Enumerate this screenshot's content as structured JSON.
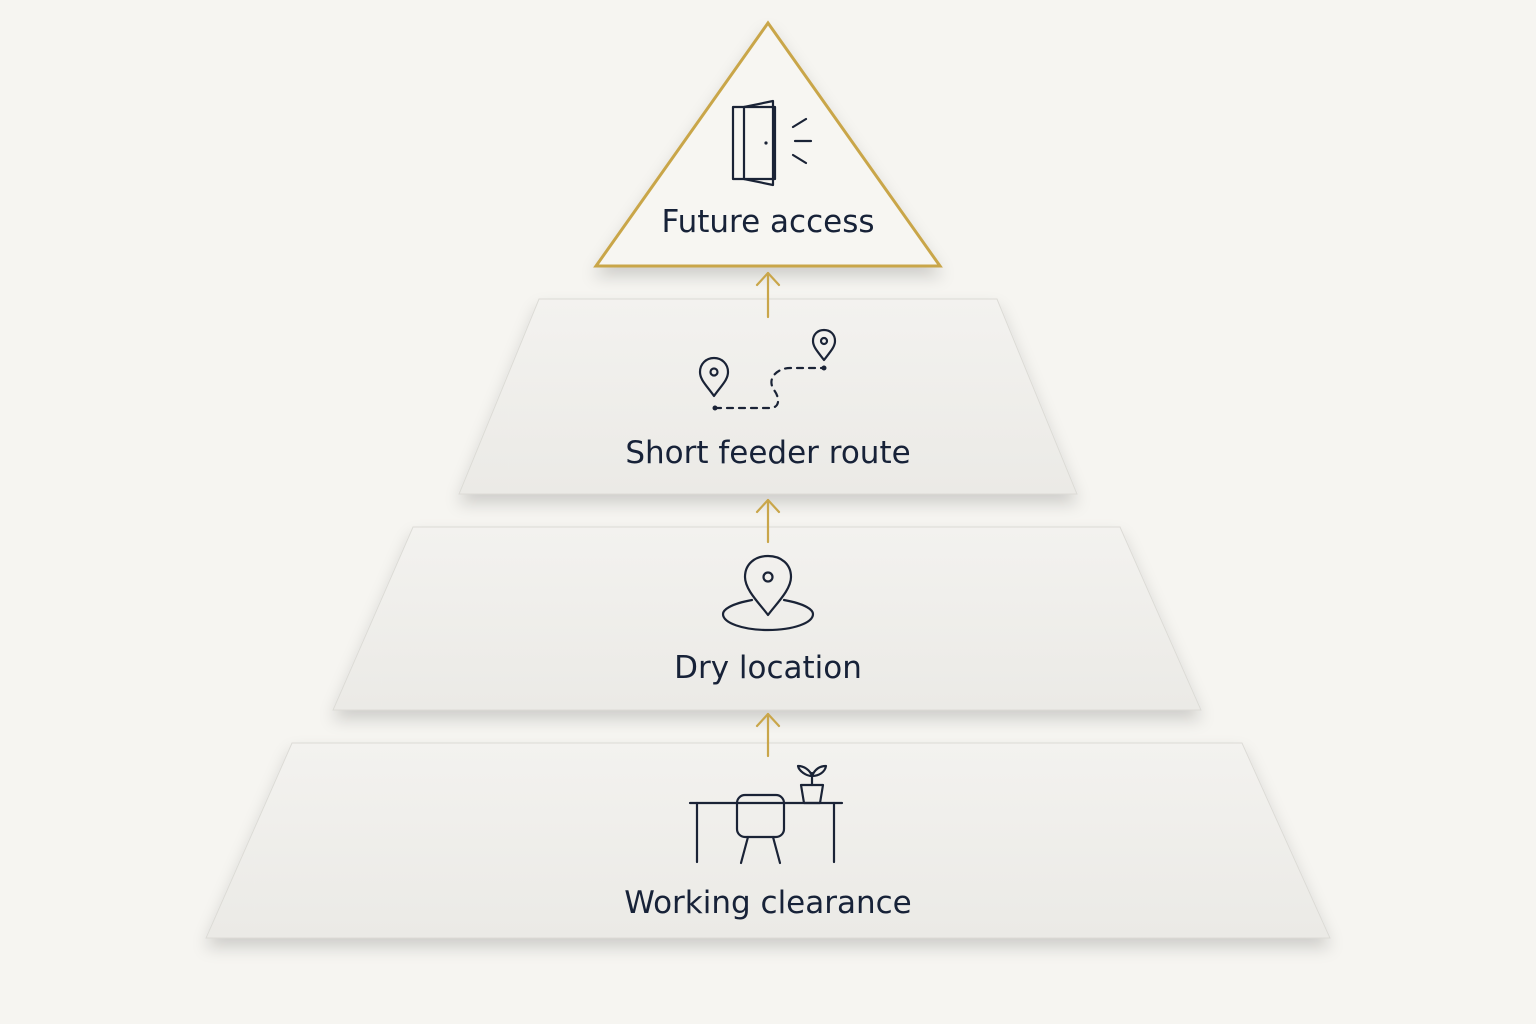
{
  "pyramid": {
    "tiers": [
      {
        "label": "Future access",
        "icon": "door-open-icon"
      },
      {
        "label": "Short feeder route",
        "icon": "route-pins-icon"
      },
      {
        "label": "Dry location",
        "icon": "location-pin-icon"
      },
      {
        "label": "Working clearance",
        "icon": "desk-chair-plant-icon"
      }
    ]
  },
  "colors": {
    "background": "#f6f5f1",
    "tier_fill": "#efeeeb",
    "accent_gold": "#c9a64a",
    "text_navy": "#172238"
  }
}
